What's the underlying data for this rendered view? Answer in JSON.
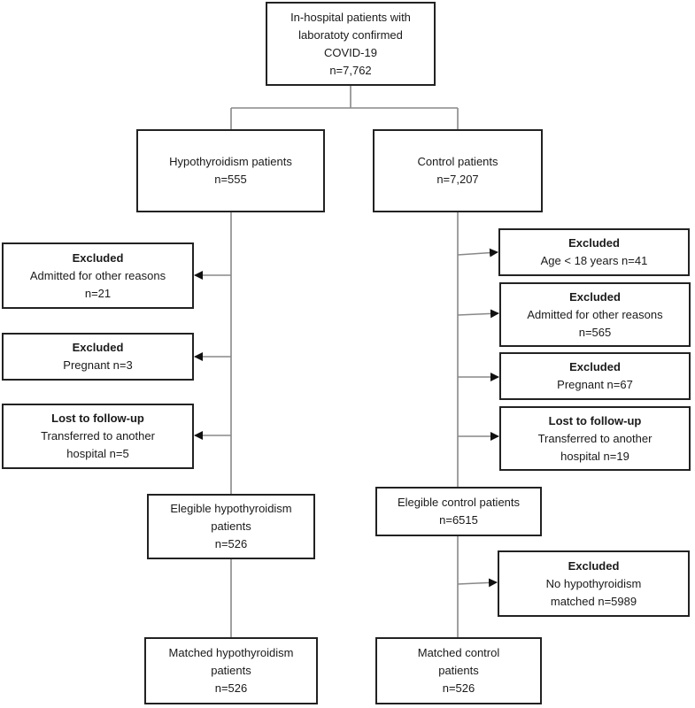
{
  "top": {
    "lines": [
      "In-hospital patients with",
      "laboratoty confirmed",
      "COVID-19"
    ],
    "n": "n=7,762"
  },
  "hypo": {
    "label": "Hypothyroidism patients",
    "n": "n=555"
  },
  "control": {
    "label": "Control patients",
    "n": "n=7,207"
  },
  "left_exclusions": [
    {
      "title": "Excluded",
      "lines": [
        "Admitted for other reasons",
        "n=21"
      ]
    },
    {
      "title": "Excluded",
      "lines": [
        "Pregnant n=3"
      ]
    },
    {
      "title": "Lost to follow-up",
      "lines": [
        "Transferred to another",
        "hospital n=5"
      ]
    }
  ],
  "right_exclusions": [
    {
      "title": "Excluded",
      "lines": [
        "Age < 18 years n=41"
      ]
    },
    {
      "title": "Excluded",
      "lines": [
        "Admitted for other reasons",
        "n=565"
      ]
    },
    {
      "title": "Excluded",
      "lines": [
        "Pregnant n=67"
      ]
    },
    {
      "title": "Lost to follow-up",
      "lines": [
        "Transferred to another",
        "hospital n=19"
      ]
    }
  ],
  "eligible_hypo": {
    "lines": [
      "Elegible hypothyroidism",
      "patients",
      "n=526"
    ]
  },
  "eligible_control": {
    "lines": [
      "Elegible control patients",
      "n=6515"
    ]
  },
  "right_match_exclusion": {
    "title": "Excluded",
    "lines": [
      "No hypothyroidism",
      "matched n=5989"
    ]
  },
  "matched_hypo": {
    "lines": [
      "Matched hypothyroidism",
      "patients",
      "n=526"
    ]
  },
  "matched_control": {
    "lines": [
      "Matched control",
      "patients",
      "n=526"
    ]
  }
}
